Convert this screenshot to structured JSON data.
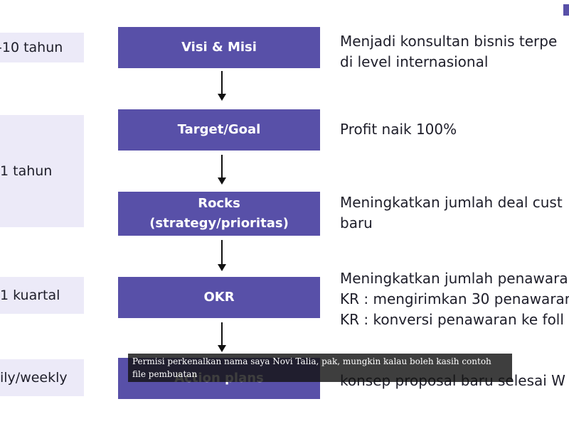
{
  "left_column": [
    {
      "text": "-10 tahun"
    },
    {
      "text": "1 tahun"
    },
    {
      "text": "1 kuartal"
    },
    {
      "text": "ily/weekly"
    }
  ],
  "center_column": [
    {
      "lines": [
        "Visi & Misi"
      ]
    },
    {
      "lines": [
        "Target/Goal"
      ]
    },
    {
      "lines": [
        "Rocks",
        "(strategy/prioritas)"
      ]
    },
    {
      "lines": [
        "OKR"
      ]
    },
    {
      "lines": [
        "Action plans"
      ]
    }
  ],
  "right_column": [
    {
      "lines": [
        "Menjadi konsultan bisnis terpe",
        "di level internasional"
      ]
    },
    {
      "lines": [
        "Profit naik 100%"
      ]
    },
    {
      "lines": [
        "Meningkatkan jumlah deal cust",
        "baru"
      ]
    },
    {
      "lines": [
        "Meningkatkan jumlah penawara",
        "KR : mengirimkan 30 penawaran",
        "KR : konversi penawaran ke foll"
      ]
    },
    {
      "lines": [
        "konsep proposal baru selesai W"
      ]
    }
  ],
  "subtitle": {
    "line1": "Permisi perkenalkan nama saya Novi Talia, pak, mungkin kalau boleh kasih contoh",
    "line2": "file pembuatan"
  },
  "colors": {
    "center_box": "#5850a8",
    "left_box": "#eceaf8",
    "text": "#1e1e2a"
  }
}
